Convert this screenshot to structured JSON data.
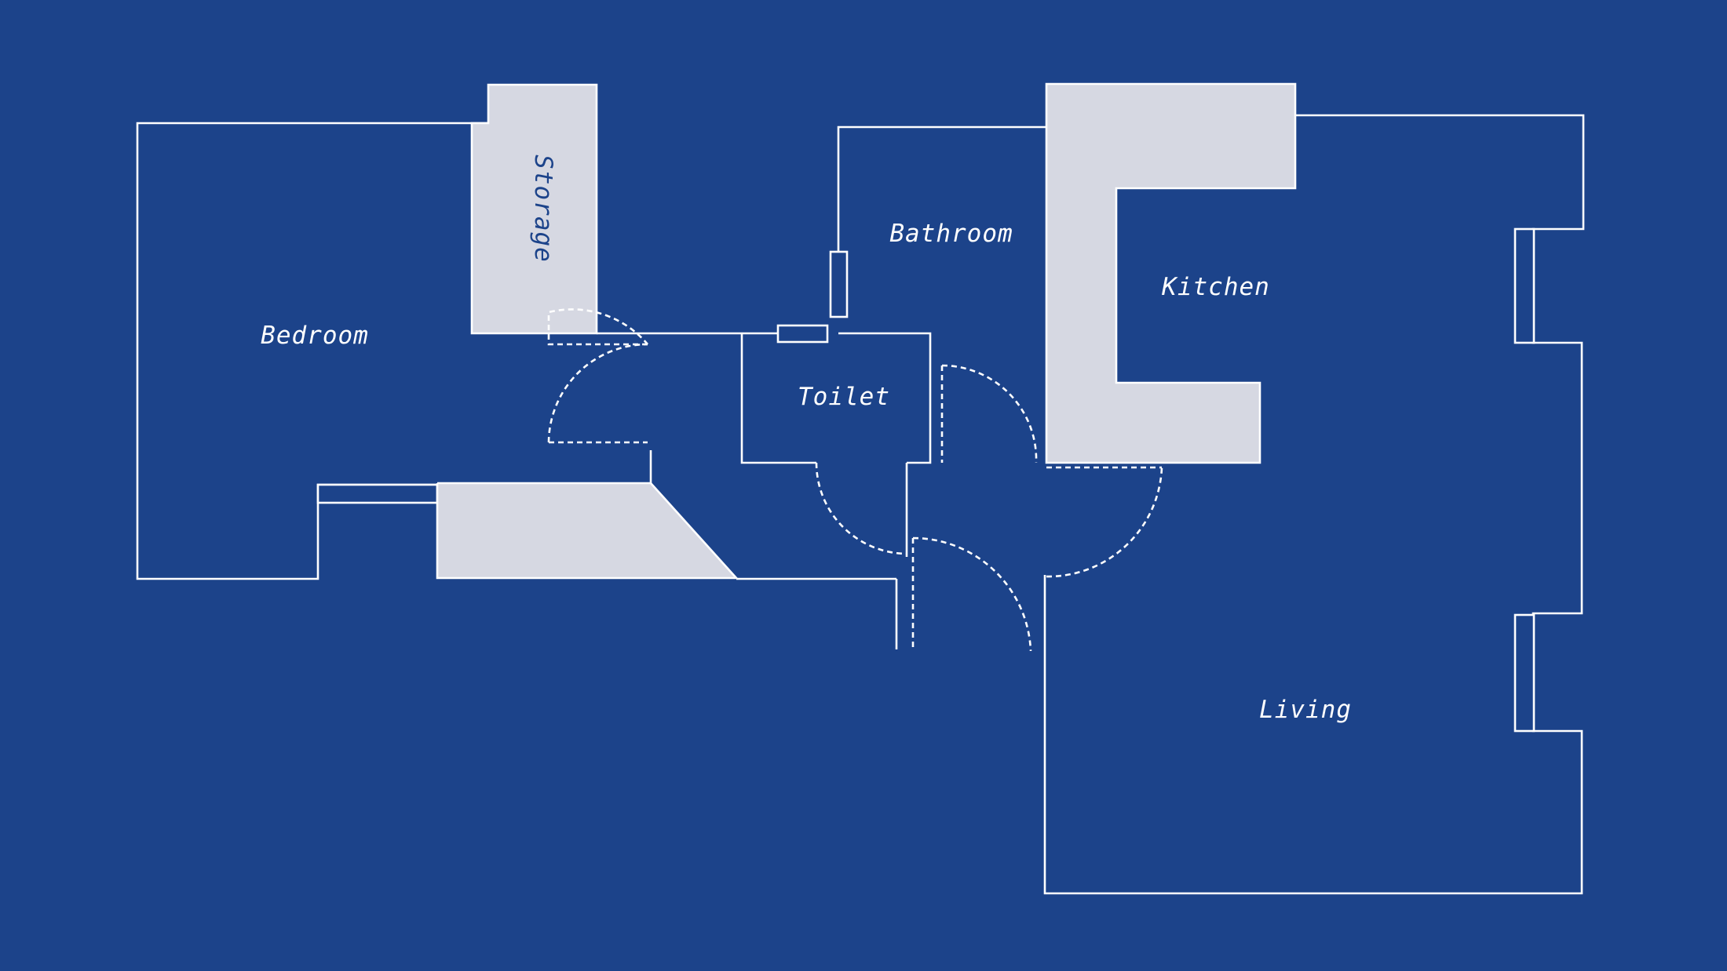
{
  "colors": {
    "background": "#1c438a",
    "walls": "#ffffff",
    "fixtures": "#d6d8e2",
    "label": "#ffffff",
    "label_on_fixture": "#1c438a"
  },
  "rooms": {
    "bedroom": "Bedroom",
    "storage": "Storage",
    "bathroom": "Bathroom",
    "toilet": "Toilet",
    "kitchen": "Kitchen",
    "living": "Living"
  }
}
